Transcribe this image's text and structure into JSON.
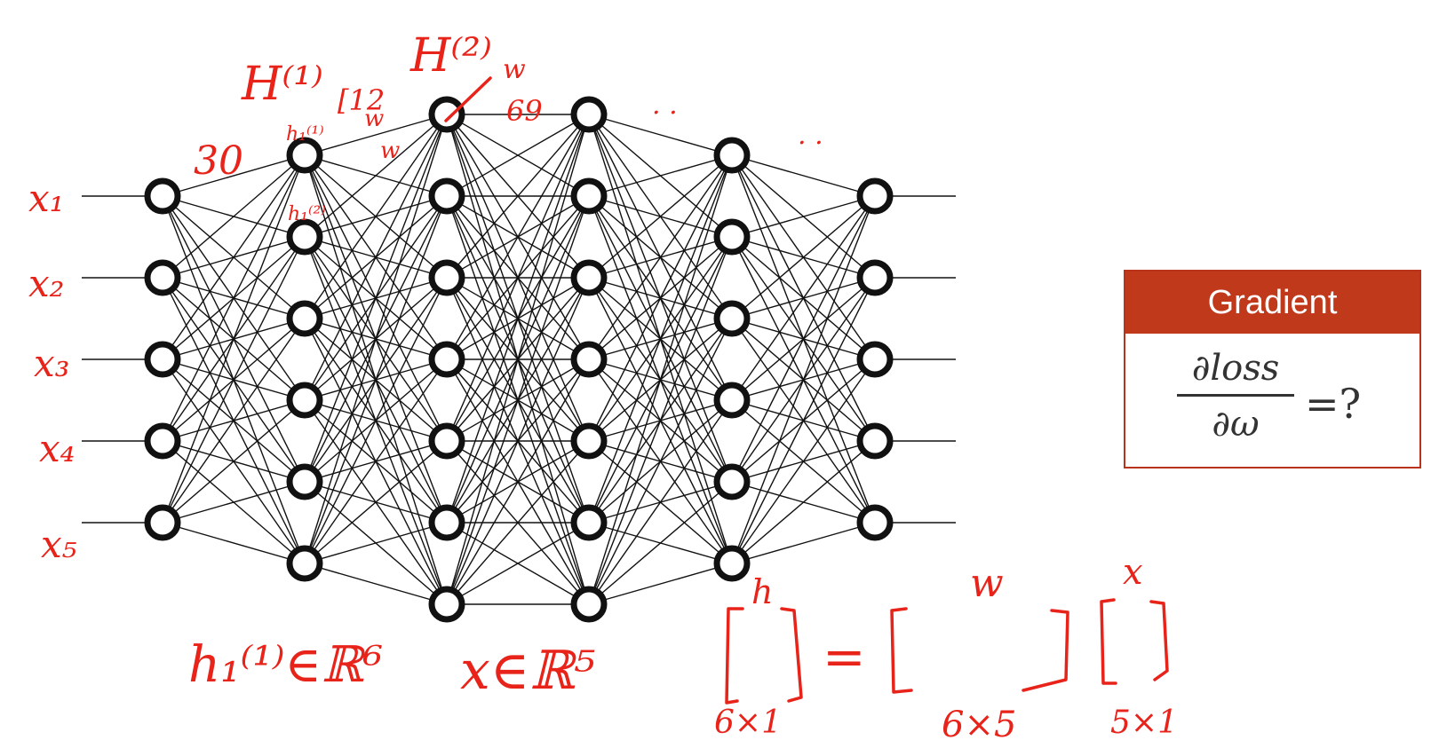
{
  "network": {
    "layers": [
      5,
      6,
      7,
      7,
      6,
      5
    ],
    "node_color": "#111111",
    "edge_color": "#111111"
  },
  "gradient_box": {
    "title": "Gradient",
    "numerator": "∂loss",
    "denominator": "∂ω",
    "tail": "=?",
    "header_color": "#c0391b"
  },
  "annotations": {
    "color": "#e8231a",
    "inputs": [
      "x₁",
      "x₂",
      "x₃",
      "x₄",
      "x₅"
    ],
    "h1_layer": "H⁽¹⁾",
    "h2_layer": "H⁽²⁾",
    "thirty": "30",
    "h1_node": "h₁⁽¹⁾",
    "h2_node": "h₁⁽²⁾",
    "w_a": "w",
    "w_b": "w",
    "w_c": "w",
    "idx_12": "[12",
    "idx_69": "69",
    "set_h": "h₁⁽¹⁾∈ℝ⁶",
    "set_x": "x∈ℝ⁵",
    "eq_h_label": "h",
    "eq_w_label": "w",
    "eq_x_label": "x",
    "eq_equals": "=",
    "dim_h": "6×1",
    "dim_w": "6×5",
    "dim_x": "5×1",
    "dots_a": ". .",
    "dots_b": ". ."
  }
}
